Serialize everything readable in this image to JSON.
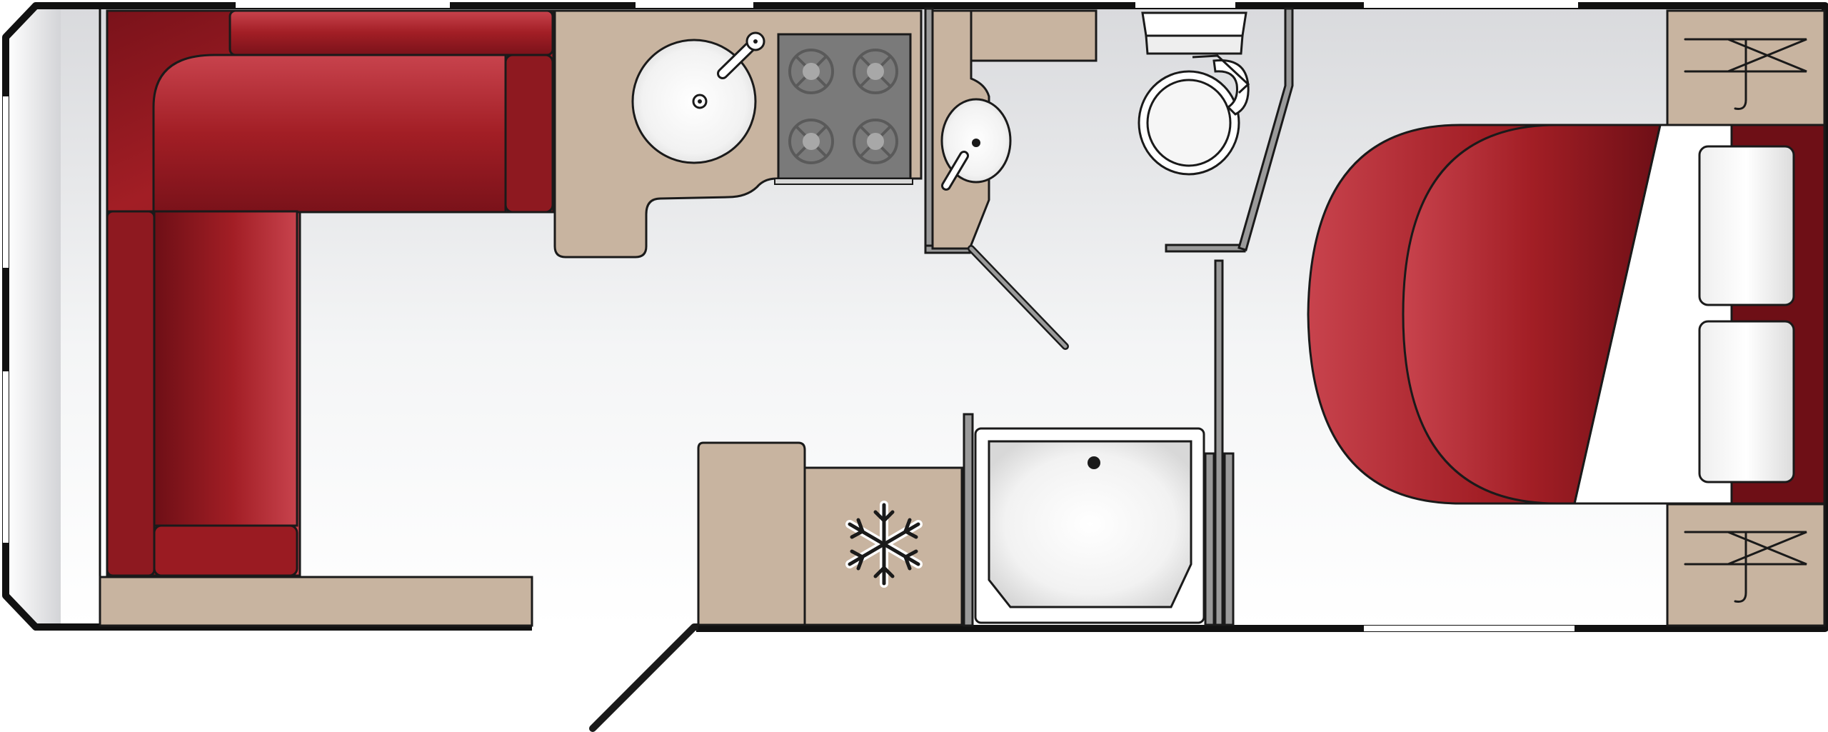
{
  "diagram": {
    "type": "caravan-floor-plan",
    "text_labels": [],
    "colors": {
      "outline": "#1a1a1a",
      "upholstery_dark": "#6e0f16",
      "upholstery_mid": "#a21e25",
      "upholstery_light": "#c8434d",
      "cabinetry": "#c8b4a0",
      "floor_light": "#f3f4f5",
      "floor_shade": "#dcdde0",
      "appliance_grey": "#7a7a7a",
      "fixture_white": "#ffffff",
      "window": "#ffffff"
    },
    "components": [
      {
        "id": "front-lounge-u-sofa",
        "icon": "sofa"
      },
      {
        "id": "kitchen-counter",
        "icon": "counter"
      },
      {
        "id": "kitchen-sink",
        "icon": "round-sink"
      },
      {
        "id": "gas-hob",
        "icon": "four-burner-hob"
      },
      {
        "id": "washroom-basin",
        "icon": "round-basin"
      },
      {
        "id": "toilet",
        "icon": "toilet"
      },
      {
        "id": "washroom-door",
        "icon": "door-swing"
      },
      {
        "id": "fridge",
        "icon": "snowflake-icon"
      },
      {
        "id": "side-counter",
        "icon": "counter"
      },
      {
        "id": "shower-tray",
        "icon": "shower"
      },
      {
        "id": "fixed-double-bed",
        "icon": "bed"
      },
      {
        "id": "bed-pillows",
        "icon": "pillow"
      },
      {
        "id": "wardrobe-top",
        "icon": "coat-hanger-icon"
      },
      {
        "id": "wardrobe-bottom",
        "icon": "coat-hanger-icon"
      },
      {
        "id": "entrance-door",
        "icon": "door-swing"
      }
    ]
  }
}
